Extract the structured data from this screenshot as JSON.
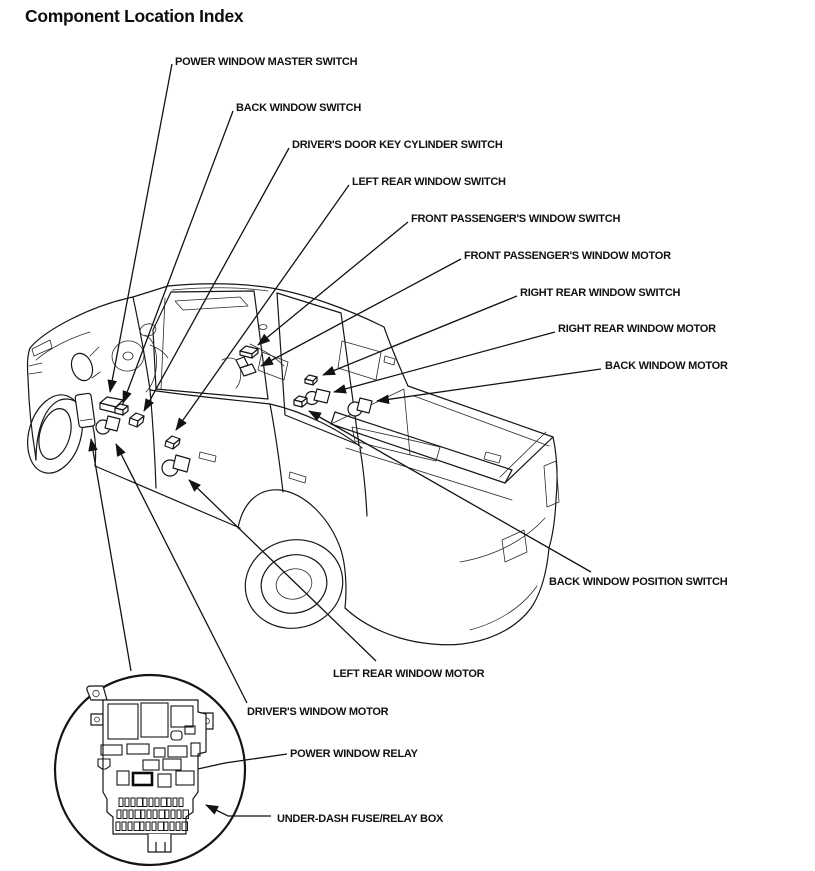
{
  "title": "Component Location Index",
  "colors": {
    "ink": "#161616",
    "background": "#ffffff"
  },
  "diagram": {
    "subject": "pickup truck line drawing, front-left three-quarter view, with magnified under-dash fuse/relay box inset circle",
    "components": [
      {
        "id": "power-window-master-switch",
        "label": "POWER WINDOW MASTER SWITCH",
        "marker": "switch-box"
      },
      {
        "id": "back-window-switch",
        "label": "BACK WINDOW SWITCH",
        "marker": "switch-box"
      },
      {
        "id": "drivers-door-key-cylinder-switch",
        "label": "DRIVER'S DOOR KEY CYLINDER SWITCH",
        "marker": "switch-box"
      },
      {
        "id": "left-rear-window-switch",
        "label": "LEFT REAR WINDOW SWITCH",
        "marker": "switch-box"
      },
      {
        "id": "front-passengers-window-switch",
        "label": "FRONT PASSENGER'S WINDOW SWITCH",
        "marker": "switch-box"
      },
      {
        "id": "front-passengers-window-motor",
        "label": "FRONT PASSENGER'S WINDOW MOTOR",
        "marker": "motor"
      },
      {
        "id": "right-rear-window-switch",
        "label": "RIGHT REAR WINDOW SWITCH",
        "marker": "switch-box"
      },
      {
        "id": "right-rear-window-motor",
        "label": "RIGHT REAR WINDOW MOTOR",
        "marker": "motor"
      },
      {
        "id": "back-window-motor",
        "label": "BACK WINDOW MOTOR",
        "marker": "motor"
      },
      {
        "id": "back-window-position-switch",
        "label": "BACK WINDOW POSITION SWITCH",
        "marker": "switch-box"
      },
      {
        "id": "left-rear-window-motor",
        "label": "LEFT REAR WINDOW MOTOR",
        "marker": "motor"
      },
      {
        "id": "drivers-window-motor",
        "label": "DRIVER'S WINDOW MOTOR",
        "marker": "motor"
      },
      {
        "id": "power-window-relay",
        "label": "POWER WINDOW RELAY",
        "marker": "relay-highlight-box"
      },
      {
        "id": "under-dash-fuse-relay-box",
        "label": "UNDER-DASH FUSE/RELAY BOX",
        "marker": "fuse-relay-box"
      }
    ]
  }
}
